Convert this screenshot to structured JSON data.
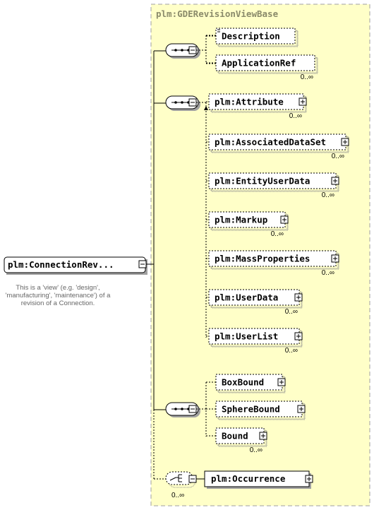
{
  "group": {
    "title": "plm:GDERevisionViewBase"
  },
  "root": {
    "label": "plm:ConnectionRev...",
    "doc": [
      "This is a 'view' (e.g. 'design',",
      "'manufacturing', 'maintenance') of a",
      "revision of a Connection."
    ]
  },
  "seq1": {
    "items": [
      {
        "label": "Description",
        "occ": ""
      },
      {
        "label": "ApplicationRef",
        "occ": "0..∞"
      }
    ]
  },
  "seq2": {
    "items": [
      {
        "label": "plm:Attribute",
        "occ": "0..∞"
      },
      {
        "label": "plm:AssociatedDataSet",
        "occ": "0..∞"
      },
      {
        "label": "plm:EntityUserData",
        "occ": "0..∞"
      },
      {
        "label": "plm:Markup",
        "occ": "0..∞"
      },
      {
        "label": "plm:MassProperties",
        "occ": "0..∞"
      },
      {
        "label": "plm:UserData",
        "occ": "0..∞"
      },
      {
        "label": "plm:UserList",
        "occ": "0..∞"
      }
    ]
  },
  "seq3": {
    "items": [
      {
        "label": "BoxBound",
        "occ": ""
      },
      {
        "label": "SphereBound",
        "occ": ""
      },
      {
        "label": "Bound",
        "occ": "0..∞"
      }
    ]
  },
  "choice": {
    "occ": "0..∞"
  },
  "occurrence": {
    "label": "plm:Occurrence"
  }
}
